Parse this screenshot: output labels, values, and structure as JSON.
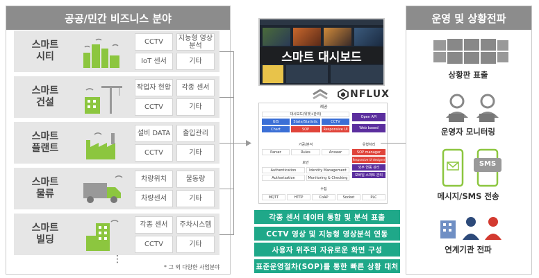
{
  "left_panel": {
    "title": "공공/민간 비즈니스 분야",
    "rows": [
      {
        "label_1": "스마트",
        "label_2": "시티",
        "cells": [
          "CCTV",
          "지능형 영상분석",
          "IoT 센서",
          "기타"
        ]
      },
      {
        "label_1": "스마트",
        "label_2": "건설",
        "cells": [
          "작업자 현황",
          "각종 센서",
          "CCTV",
          "기타"
        ]
      },
      {
        "label_1": "스마트",
        "label_2": "플랜트",
        "cells": [
          "설비 DATA",
          "출입관리",
          "CCTV",
          "기타"
        ]
      },
      {
        "label_1": "스마트",
        "label_2": "물류",
        "cells": [
          "차량위치",
          "물동량",
          "차량센서",
          "기타"
        ]
      },
      {
        "label_1": "스마트",
        "label_2": "빌딩",
        "cells": [
          "각종 센서",
          "주차시스템",
          "CCTV",
          "기타"
        ]
      }
    ],
    "ellipsis": "⋮",
    "footnote": "* 그 외 다양한 사업분야"
  },
  "center": {
    "dashboard_label": "스마트 대시보드",
    "brand": "NFLUX",
    "arch": {
      "title": "제공",
      "dashboard_header": "대시보드(위젯+관리)",
      "gis": "GIS",
      "state": "State/Statistic",
      "cctv": "CCTV",
      "chart": "Chart",
      "sop": "SOP",
      "responsive": "Responsive UI",
      "open_api": "Open API",
      "web_based": "Web based",
      "analysis_title": "가공/분석",
      "parser": "Parser",
      "rules": "Rules",
      "answer": "Answer",
      "linkage_title": "유형처리",
      "sop_manager": "SOP manager",
      "resp_designer": "Responsive UI designer",
      "linkage_1": "외부 연동 관리",
      "linkage_2": "모바일 스마트 관리",
      "security_title": "보안",
      "authentication": "Authentication",
      "identity": "Identity Management",
      "authorization": "Authorization",
      "monitoring": "Monitoring & Checking",
      "collect_title": "수집",
      "mqtt": "MQTT",
      "http": "HTTP",
      "coap": "CoAP",
      "socket": "Socket",
      "plc": "PLC"
    },
    "features": [
      "각종 센서 데이터 통합 및 분석 표출",
      "CCTV 영상 및 지능형 영상분석 연동",
      "사용자 위주의 자유로운 화면 구성",
      "표준운영절차(SOP)를 통한 빠른 상황 대처"
    ]
  },
  "right_panel": {
    "title": "운영 및 상황전파",
    "items": [
      {
        "label": "상황판 표출"
      },
      {
        "label": "운영자 모니터링"
      },
      {
        "label": "메시지/SMS 전송",
        "badge": "SMS"
      },
      {
        "label": "연계기관 전파"
      }
    ]
  },
  "colors": {
    "header": "#8c8c8c",
    "row_bg": "#e6e6e6",
    "green": "#8cc63f",
    "teal": "#1fa889",
    "blue": "#3b6fd6",
    "red": "#e0443a",
    "purple": "#5b2e9e"
  }
}
